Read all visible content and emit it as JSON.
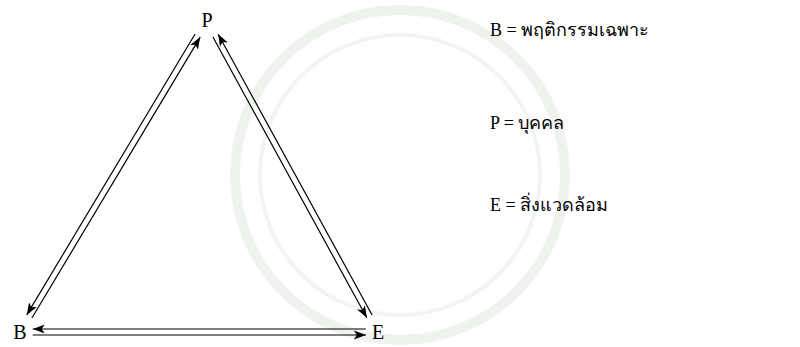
{
  "diagram": {
    "nodes": [
      {
        "text": [
          "P"
        ]
      },
      {
        "text": [
          "B"
        ]
      },
      {
        "text": [
          "E"
        ]
      }
    ],
    "edges": [
      {
        "from": 0,
        "to": 1,
        "arrow": "to"
      },
      {
        "from": 1,
        "to": 0,
        "arrow": "to"
      },
      {
        "from": 0,
        "to": 2,
        "arrow": "to"
      },
      {
        "from": 2,
        "to": 0,
        "arrow": "to"
      },
      {
        "from": 1,
        "to": 2,
        "arrow": "to"
      },
      {
        "from": 2,
        "to": 1,
        "arrow": "to"
      }
    ],
    "labels": [
      "B = พฤติกรรมเฉพาะ",
      "P = บุคคล",
      "E = สิ่งแวดล้อม"
    ]
  }
}
